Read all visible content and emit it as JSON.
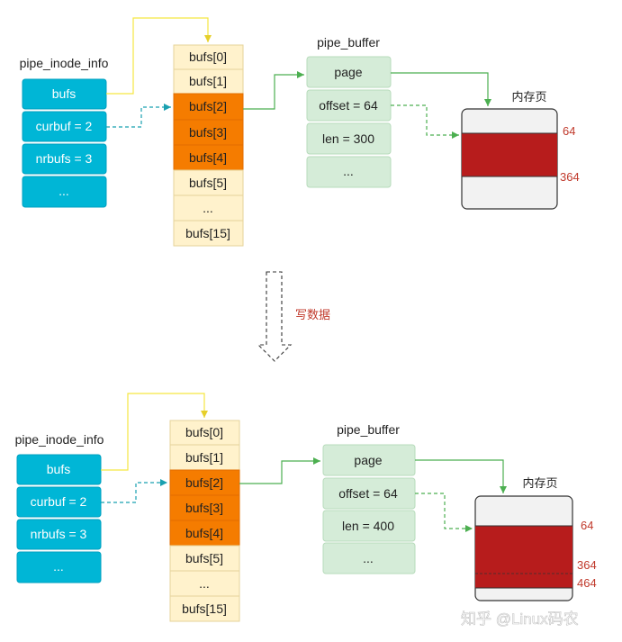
{
  "colors": {
    "inode_fill": "#00b6d6",
    "inode_stroke": "#00a0c0",
    "buf_fill": "#fff2cc",
    "buf_stroke": "#e6d39a",
    "buf_active": "#f57c00",
    "pb_fill": "#d5ecd8",
    "pb_stroke": "#b7dbbb",
    "page_used": "#b71c1c",
    "label_red": "#c0392b",
    "yellow_line": "#f5e642",
    "teal_line": "#19a0b0",
    "green_line": "#4caf50"
  },
  "top": {
    "inode_title": "pipe_inode_info",
    "inode_rows": [
      "bufs",
      "curbuf = 2",
      "nrbufs = 3",
      "..."
    ],
    "buf_rows": [
      "bufs[0]",
      "bufs[1]",
      "bufs[2]",
      "bufs[3]",
      "bufs[4]",
      "bufs[5]",
      "...",
      "bufs[15]"
    ],
    "active_bufs": [
      2,
      3,
      4
    ],
    "pb_title": "pipe_buffer",
    "pb_rows": [
      "page",
      "offset = 64",
      "len = 300",
      "..."
    ],
    "page_title": "内存页",
    "page_labels": [
      "64",
      "364"
    ]
  },
  "transition": {
    "label": "写数据",
    "icon": "down-arrow-icon"
  },
  "bottom": {
    "inode_title": "pipe_inode_info",
    "inode_rows": [
      "bufs",
      "curbuf = 2",
      "nrbufs = 3",
      "..."
    ],
    "buf_rows": [
      "bufs[0]",
      "bufs[1]",
      "bufs[2]",
      "bufs[3]",
      "bufs[4]",
      "bufs[5]",
      "...",
      "bufs[15]"
    ],
    "active_bufs": [
      2,
      3,
      4
    ],
    "pb_title": "pipe_buffer",
    "pb_rows": [
      "page",
      "offset = 64",
      "len = 400",
      "..."
    ],
    "page_title": "内存页",
    "page_labels": [
      "64",
      "364",
      "464"
    ]
  },
  "watermark": "知乎 @Linux码农"
}
